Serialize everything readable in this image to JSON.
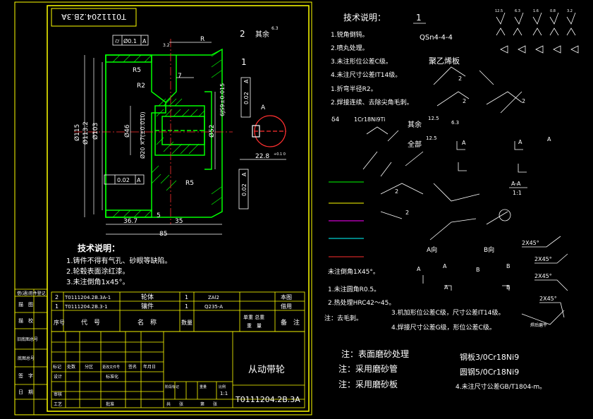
{
  "title_stamp": "T0111204.2B.3A",
  "main_view": {
    "flatness": {
      "symbol": "⌭",
      "tol": "Ø0.1",
      "datum": "A"
    },
    "balloon_1": "1",
    "balloon_2": "2",
    "rest_surface": {
      "label": "其余",
      "value": "6.3"
    },
    "rough_small": "3.2",
    "dims": {
      "r": "R",
      "r5_top": "R5",
      "seven": "7",
      "r2": "R2",
      "d115": "Ø115",
      "d113": "Ø113.2",
      "d103": "Ø103",
      "d46": "Ø46",
      "d20": "Ø20 ×7(±0.010)",
      "d52": "Ø52",
      "keyway": "6JS9±0.015",
      "r5_bot": "R5",
      "w367": "36.7",
      "w35": "35",
      "w5": "5",
      "w85": "85",
      "w228": "22.8",
      "w228_tol": "+0.1 0",
      "callout_a": "A"
    },
    "fcf_left": {
      "tol": "0.02",
      "datum": "A"
    },
    "fcf_mid": {
      "tol": "0.02",
      "datum": "A"
    },
    "fcf_right": {
      "tol": "0.02",
      "datum": "A"
    }
  },
  "notes_left": {
    "heading": "技术说明：",
    "lines": [
      "1.铸件不得有气孔、砂眼等缺陷。",
      "2.轮毂表面涂红漆。",
      "3.未注倒角1x45°。"
    ]
  },
  "bom": [
    {
      "no": "2",
      "code": "T0111204.2B.3A-1",
      "name": "轮体",
      "qty": "1",
      "mat": "ZAl2",
      "note": "本图"
    },
    {
      "no": "1",
      "code": "T0111204.2B.3-1",
      "name": "镶件",
      "qty": "1",
      "mat": "Q235-A",
      "note": "借用"
    }
  ],
  "bom_header": {
    "no": "序号",
    "code": "代　号",
    "name": "名　称",
    "qty": "数量",
    "mass": "单重 总重",
    "mass2": "重　量",
    "note": "备　注"
  },
  "side_labels": [
    "借(通)用件登记",
    "描　图",
    "描　校",
    "旧底图总号",
    "底图总号",
    "签　字",
    "日　期"
  ],
  "title_block": {
    "part_name": "从动带轮",
    "drawing_no": "T0111204.2B.3A",
    "scale": "1:1",
    "row_labels": [
      "标记",
      "处数",
      "分区",
      "更改文件号",
      "签名",
      "年月日"
    ],
    "row_labels2": [
      "设计",
      "标准化"
    ],
    "row_labels3": [
      "审核"
    ],
    "row_labels4": [
      "工艺",
      "批准"
    ],
    "stage_labels": [
      "阶段标记",
      "重量",
      "比例"
    ],
    "sheet_labels": [
      "共　　张",
      "第　　张"
    ]
  },
  "right_sheet": {
    "heading": "技术说明：",
    "balloon": "1",
    "material_note": "QSn4-4-4",
    "notes": [
      "1.锐角倒钝。",
      "2.喷丸处理。",
      "3.未注形位公差C级。",
      "4.未注尺寸公差IT14级。",
      "1.折弯半径R2。",
      "2.焊接连续、去除尖角毛刺。"
    ],
    "pe_board": "聚乙烯板",
    "delta_note": "δ4",
    "steel": "1Cr18Ni9Ti",
    "rest_label": "其余",
    "all_label": "全部",
    "r125": "12.5",
    "r63": "6.3",
    "r125b": "12.5",
    "section_aa": "A-A",
    "section_scale": "1:1",
    "view_a": "A向",
    "view_b": "B向",
    "chamfer_note": "未注倒角1X45°。",
    "notes2": [
      "1.未注圆角R0.5。",
      "2.热处理HRC42～45。"
    ],
    "notes3": [
      "3.机加形位公差C级，尺寸公差IT14级。",
      "4.焊接尺寸公差G级，形位公差C级。"
    ],
    "deburr": "注：去毛刺。",
    "x45": [
      "2X45°",
      "2X45°",
      "2X45°",
      "2X45°"
    ],
    "weld_flat": "焊后磨平",
    "footer_notes": [
      "注：表面磨砂处理",
      "注：采用磨砂管",
      "注：采用磨砂板"
    ],
    "footer_right": [
      "钢板3/0Cr18Ni9",
      "圆钢5/0Cr18Ni9",
      "4.未注尺寸公差GB/T1804-m。"
    ],
    "rough_top": [
      "12.5",
      "6.3",
      "1.6",
      "0.8",
      "3.2"
    ],
    "arrow_a": "A",
    "arrow_b": "B",
    "weld_2": "2"
  },
  "colors": {
    "frame": "#ffff00",
    "geometry": "#00ff00",
    "text": "#ffffff",
    "dims": "#ffffff",
    "hatch": "#00ff00",
    "note_text": "#ffffff"
  }
}
